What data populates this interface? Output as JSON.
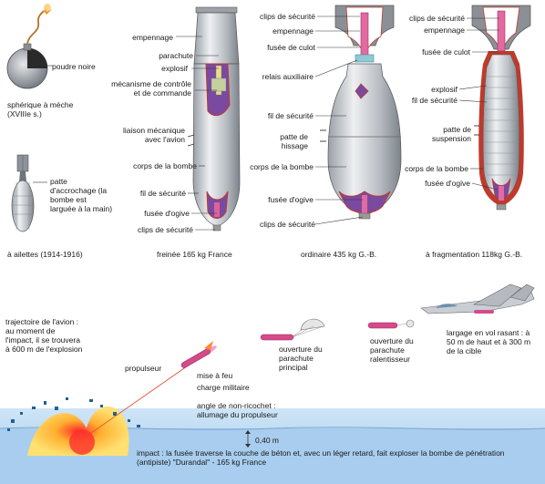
{
  "round_bomb": {
    "poudre": "poudre noire",
    "caption": "sphérique à mèche (XVIIIe s.)"
  },
  "finned_bomb": {
    "patte": "patte d'accrochage (la bombe est larguée à la main)",
    "caption": "à ailettes (1914-1916)"
  },
  "freinee": {
    "empennage": "empennage",
    "parachute": "parachute",
    "explosif": "explosif",
    "mecanisme": "mécanisme de contrôle et de commande",
    "liaison": "liaison mécanique avec l'avion",
    "corps": "corps de la bombe",
    "fil": "fil de sécurité",
    "fusee": "fusée d'ogive",
    "clips": "clips de sécurité",
    "caption": "freinée 165 kg France"
  },
  "ordinaire": {
    "clips_top": "clips de sécurité",
    "empennage": "empennage",
    "fusee_culot": "fusée de culot",
    "relais": "relais auxiliaire",
    "fil": "fil de sécurité",
    "patte": "patte de hissage",
    "corps": "corps de la bombe",
    "fusee_ogive": "fusée d'ogive",
    "clips_bottom": "clips de sécurité",
    "caption": "ordinaire 435 kg G.-B."
  },
  "fragmentation": {
    "clips": "clips de sécurité",
    "empennage": "empennage",
    "fusee_culot": "fusée de culot",
    "explosif": "explosif",
    "fil": "fil de sécurité",
    "patte": "patte de suspension",
    "corps": "corps de la bombe",
    "fusee_ogive": "fusée d'ogive",
    "caption": "à fragmentation 118kg G.-B."
  },
  "durandal": {
    "trajectoire": "trajectoire de l'avion : au moment de l'impact, il se trouvera à 600 m de l'explosion",
    "propulseur": "propulseur",
    "mise_a_feu": "mise à feu",
    "charge": "charge militaire",
    "angle": "angle de non-ricochet : allumage du propulseur",
    "ouverture_principal": "ouverture du parachute principal",
    "ouverture_ralentisseur": "ouverture du parachute ralentisseur",
    "largage": "largage en vol rasant : à 50 m de haut et à 300 m de la cible",
    "depth": "0,40 m",
    "impact": "impact : la fusée traverse la couche de béton et, avec un léger retard, fait exploser la bombe de pénétration (antipiste) \"Durandal\" - 165 kg France"
  }
}
